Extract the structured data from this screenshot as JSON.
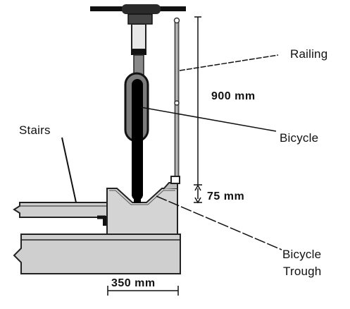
{
  "labels": {
    "railing": "Railing",
    "stairs": "Stairs",
    "bicycle": "Bicycle",
    "trough_line1": "Bicycle",
    "trough_line2": "Trough"
  },
  "dimensions": {
    "railing_height": "900 mm",
    "trough_height": "75 mm",
    "trough_width": "350 mm"
  }
}
